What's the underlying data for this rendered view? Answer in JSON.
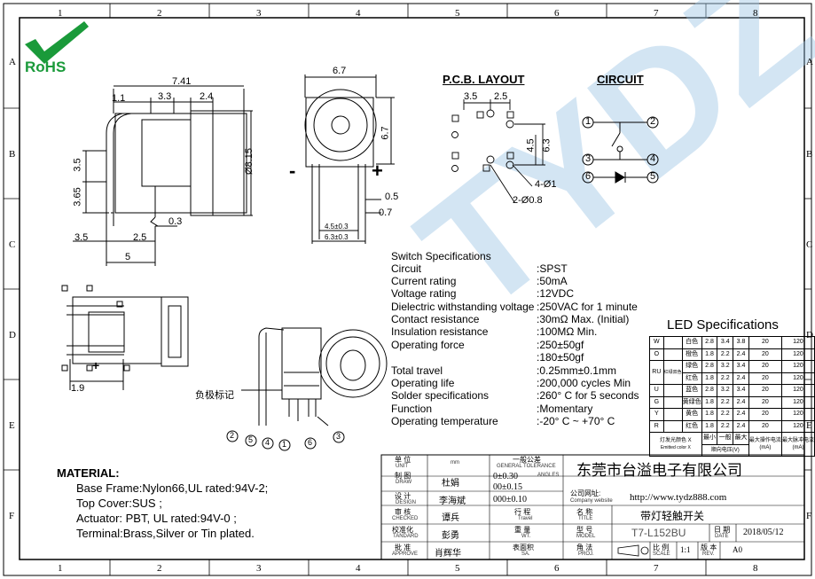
{
  "logo": {
    "text": "RoHS"
  },
  "grid": {
    "columns": [
      "1",
      "2",
      "3",
      "4",
      "5",
      "6",
      "7",
      "8"
    ],
    "rows": [
      "A",
      "B",
      "C",
      "D",
      "E",
      "F"
    ]
  },
  "dims": {
    "side": [
      "7.41",
      "1.1",
      "3.3",
      "2.4",
      "3.5",
      "3.65",
      "0.3",
      "3.5",
      "2.5",
      "5",
      "Ø8.15"
    ],
    "front": [
      "6.7",
      "6.7",
      "-",
      "+",
      "0.5",
      "0.7",
      "4.5±0.3",
      "6.3±0.3"
    ],
    "pcb": [
      "3.5",
      "2.5",
      "4.5",
      "6.3",
      "4-Ø1",
      "2-Ø0.8"
    ],
    "bottom": [
      "1.9",
      "+"
    ],
    "iso_label": "负极标记"
  },
  "headings": {
    "pcb": "P.C.B. LAYOUT",
    "circuit": "CIRCUIT"
  },
  "circuit_pins": [
    "1",
    "2",
    "3",
    "4",
    "6",
    "5"
  ],
  "iso_pins": [
    "2",
    "5",
    "4",
    "1",
    "6",
    "3"
  ],
  "switch_specs": {
    "title": "Switch Specifications",
    "rows": [
      {
        "k": "Circuit",
        "v": ":SPST"
      },
      {
        "k": "Current rating",
        "v": ":50mA"
      },
      {
        "k": "Voltage rating",
        "v": ":12VDC"
      },
      {
        "k": "Dielectric withstanding voltage",
        "v": ":250VAC for 1 minute"
      },
      {
        "k": "Contact resistance",
        "v": ":30mΩ   Max. (Initial)"
      },
      {
        "k": "Insulation resistance",
        "v": ":100MΩ   Min."
      },
      {
        "k": "Operating force",
        "v": ":250±50gf"
      },
      {
        "k": "",
        "v": ":180±50gf"
      },
      {
        "k": "Total travel",
        "v": ":0.25mm±0.1mm"
      },
      {
        "k": "Operating life",
        "v": ":200,000 cycles Min"
      },
      {
        "k": "Solder specifications",
        "v": ":260°  C for 5 seconds"
      },
      {
        "k": "Function",
        "v": ":Momentary"
      },
      {
        "k": "Operating temperature",
        "v": ":-20°  C ~ +70°  C"
      }
    ]
  },
  "led": {
    "title": "LED Specifications",
    "rows": [
      [
        "W",
        "",
        "白色",
        "2.8",
        "3.4",
        "3.8",
        "20",
        "120"
      ],
      [
        "O",
        "",
        "橙色",
        "1.8",
        "2.2",
        "2.4",
        "20",
        "120"
      ],
      [
        "RU",
        "红绿双色",
        "绿色",
        "2.8",
        "3.2",
        "3.4",
        "20",
        "120"
      ],
      [
        "",
        "",
        "红色",
        "1.8",
        "2.2",
        "2.4",
        "20",
        "120"
      ],
      [
        "U",
        "",
        "蓝色",
        "2.8",
        "3.2",
        "3.4",
        "20",
        "120"
      ],
      [
        "G",
        "",
        "黄绿色",
        "1.8",
        "2.2",
        "2.4",
        "20",
        "120"
      ],
      [
        "Y",
        "",
        "黄色",
        "1.8",
        "2.2",
        "2.4",
        "20",
        "120"
      ],
      [
        "R",
        "",
        "红色",
        "1.8",
        "2.2",
        "2.4",
        "20",
        "120"
      ]
    ],
    "footer": {
      "color": "灯发光颜色 X",
      "color_en": "Emitted color X",
      "min": "最小",
      "typ": "一般",
      "max": "最大",
      "vf": "顺向电压(V)",
      "if1": "最大操作电流",
      "if2": "(mA)",
      "p1": "最大脉冲电流",
      "p2": "(mA)"
    }
  },
  "material": {
    "title": "MATERIAL:",
    "lines": [
      "Base Frame:Nylon66,UL rated:94V-2;",
      "Top Cover:SUS ;",
      "Actuator: PBT, UL rated:94V-0 ;",
      "Terminal:Brass,Silver or Tin plated."
    ]
  },
  "title_block": {
    "unit_cn": "单 位",
    "unit_en": "UNIT",
    "unit_val": "mm",
    "tol_cn": "一般公差",
    "tol_en": "GENERAL TOLERANCE",
    "tol1": "0±0.30",
    "tol1_sub": "ANGLES",
    "tol2": "00±0.15",
    "tol3": "000±0.10",
    "draw_cn": "制 图",
    "draw_en": "DRAW",
    "draw_name": "杜娟",
    "design_cn": "设 计",
    "design_en": "DESIGN",
    "design_name": "李海斌",
    "check_cn": "审 核",
    "check_en": "CHECKED",
    "check_name": "谭兵",
    "std_cn": "校准化",
    "std_en": "TANDARD",
    "std_name": "彭勇",
    "app_cn": "批 准",
    "app_en": "APPROVE",
    "app_name": "肖辉华",
    "travel_cn": "行 程",
    "travel_en": "Travel",
    "wt_cn": "重 量",
    "wt_en": "WT.",
    "sa_cn": "表面积",
    "sa_en": "SA.",
    "company": "东莞市台溢电子有限公司",
    "web_cn": "公司网址:",
    "web_en": "Company website",
    "web": "http://www.tydz888.com",
    "name_cn": "名 称",
    "name_en": "TITLE",
    "name_val": "带灯轻触开关",
    "model_cn": "型 号",
    "model_en": "MODEL",
    "model_val": "T7-L152BU",
    "date_cn": "日 期",
    "date_en": "DATE",
    "date_val": "2018/05/12",
    "proj_cn": "角 法",
    "proj_en": "PROJ.",
    "scale_cn": "比 例",
    "scale_en": "SCALE",
    "scale_val": "1:1",
    "rev_cn": "版 本",
    "rev_en": "REV.",
    "rev_val": "A0"
  },
  "watermark": "TYDZ"
}
